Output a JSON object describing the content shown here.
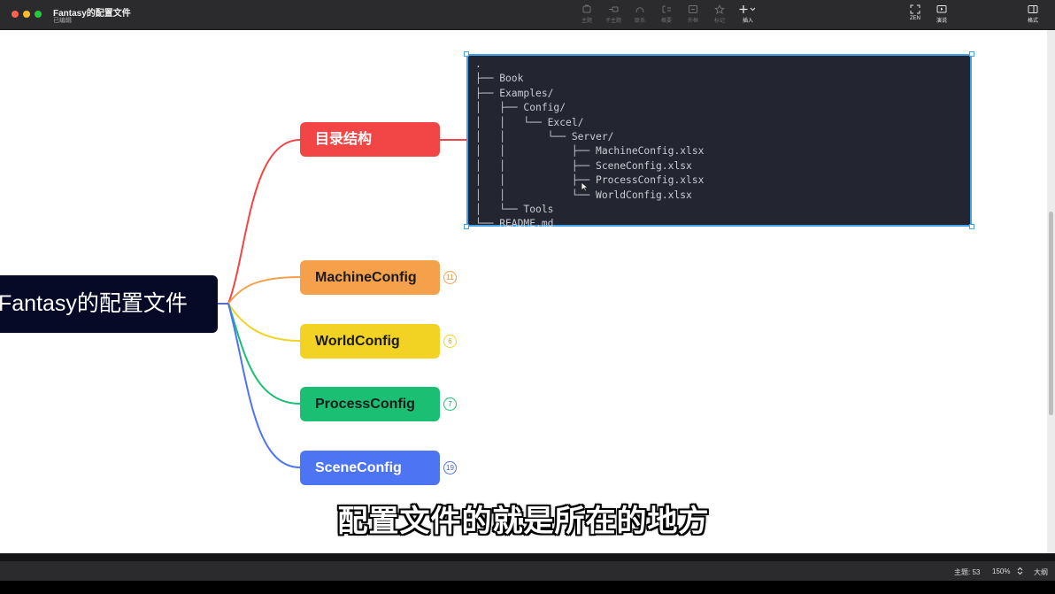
{
  "window": {
    "title": "Fantasy的配置文件",
    "status": "已编辑"
  },
  "toolbar": {
    "items": [
      {
        "label": "主题",
        "icon": "topic-icon"
      },
      {
        "label": "子主题",
        "icon": "subtopic-icon"
      },
      {
        "label": "联系",
        "icon": "relationship-icon"
      },
      {
        "label": "概要",
        "icon": "summary-icon"
      },
      {
        "label": "外框",
        "icon": "boundary-icon"
      },
      {
        "label": "标记",
        "icon": "star-icon"
      },
      {
        "label": "插入",
        "icon": "plus-icon"
      }
    ],
    "zen_label": "ZEN",
    "present_label": "演说",
    "format_label": "格式"
  },
  "mindmap": {
    "root": "Fantasy的配置文件",
    "branches": [
      {
        "label": "目录结构",
        "color": "#f14645"
      },
      {
        "label": "MachineConfig",
        "color": "#f5a04a",
        "badge": "11"
      },
      {
        "label": "WorldConfig",
        "color": "#f2d323",
        "badge": "6"
      },
      {
        "label": "ProcessConfig",
        "color": "#1abf74",
        "badge": "7"
      },
      {
        "label": "SceneConfig",
        "color": "#4d74f2",
        "badge": "19"
      }
    ],
    "code_lines": [
      ".",
      "├── Book",
      "├── Examples/",
      "│   ├── Config/",
      "│   │   └── Excel/",
      "│   │       └── Server/",
      "│   │           ├── MachineConfig.xlsx",
      "│   │           ├── SceneConfig.xlsx",
      "│   │           ├── ProcessConfig.xlsx",
      "│   │           └── WorldConfig.xlsx",
      "│   └── Tools",
      "└── README.md"
    ]
  },
  "subtitle": "配置文件的就是所在的地方",
  "statusbar": {
    "topics": "主题: 53",
    "zoom": "150%",
    "outline": "大纲"
  }
}
